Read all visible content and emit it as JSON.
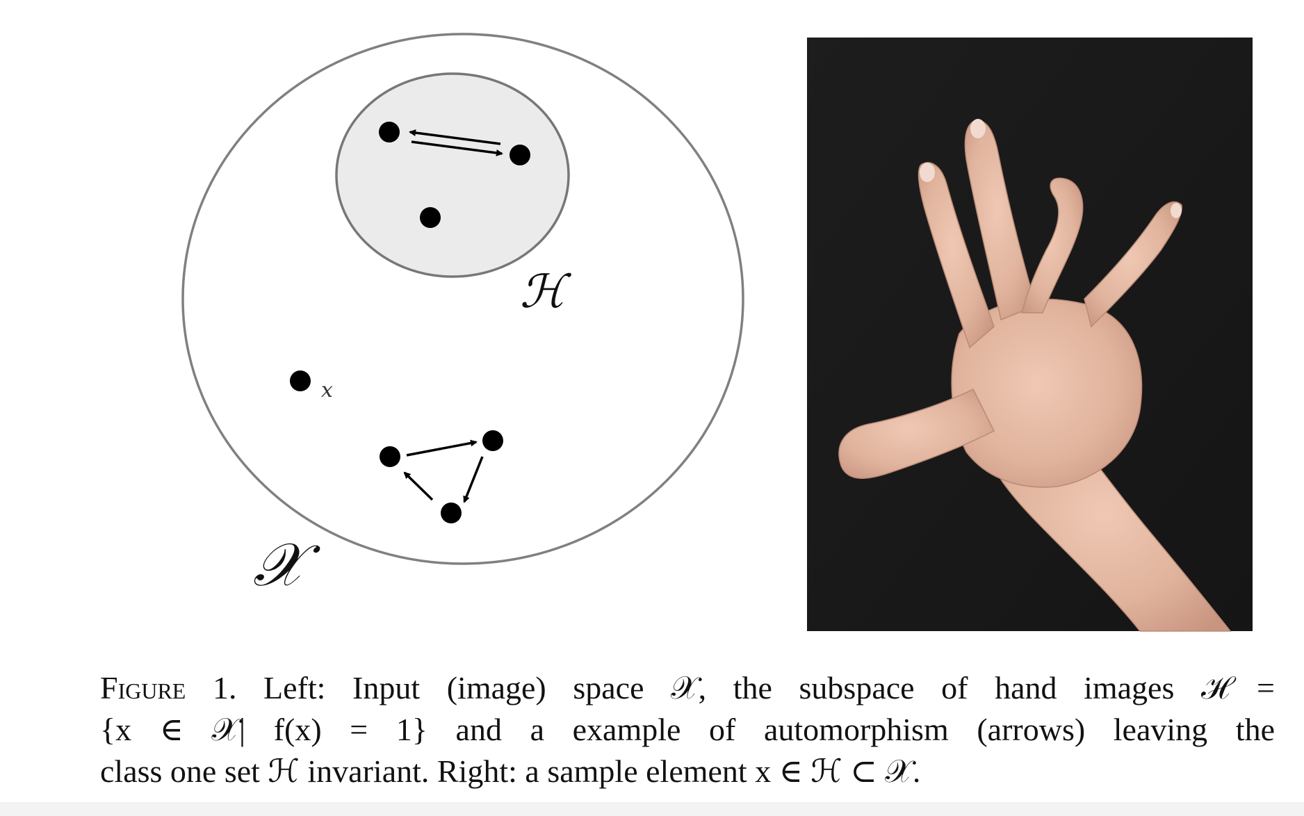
{
  "figure": {
    "left_panel": {
      "outer_set_label": "𝒳",
      "inner_set_label": "ℋ",
      "point_label": "x"
    },
    "right_panel": {
      "photo": "hand-photo"
    },
    "caption": {
      "lead": "Figure 1.",
      "line1": "Left: Input (image) space 𝒳, the subspace of hand images ℋ =",
      "line2": "{x ∈ 𝒳| f(x) = 1} and a example of automorphism (arrows) leaving the",
      "line3": "class one set ℋ invariant. Right: a sample element x ∈ ℋ ⊂ 𝒳."
    }
  },
  "colors": {
    "outer_circle_stroke": "#808080",
    "inner_circle_fill": "#ebebeb",
    "inner_circle_stroke": "#777777",
    "point_fill": "#000000",
    "photo_background": "#1a1a1a",
    "skin": "#e3b9a4"
  }
}
